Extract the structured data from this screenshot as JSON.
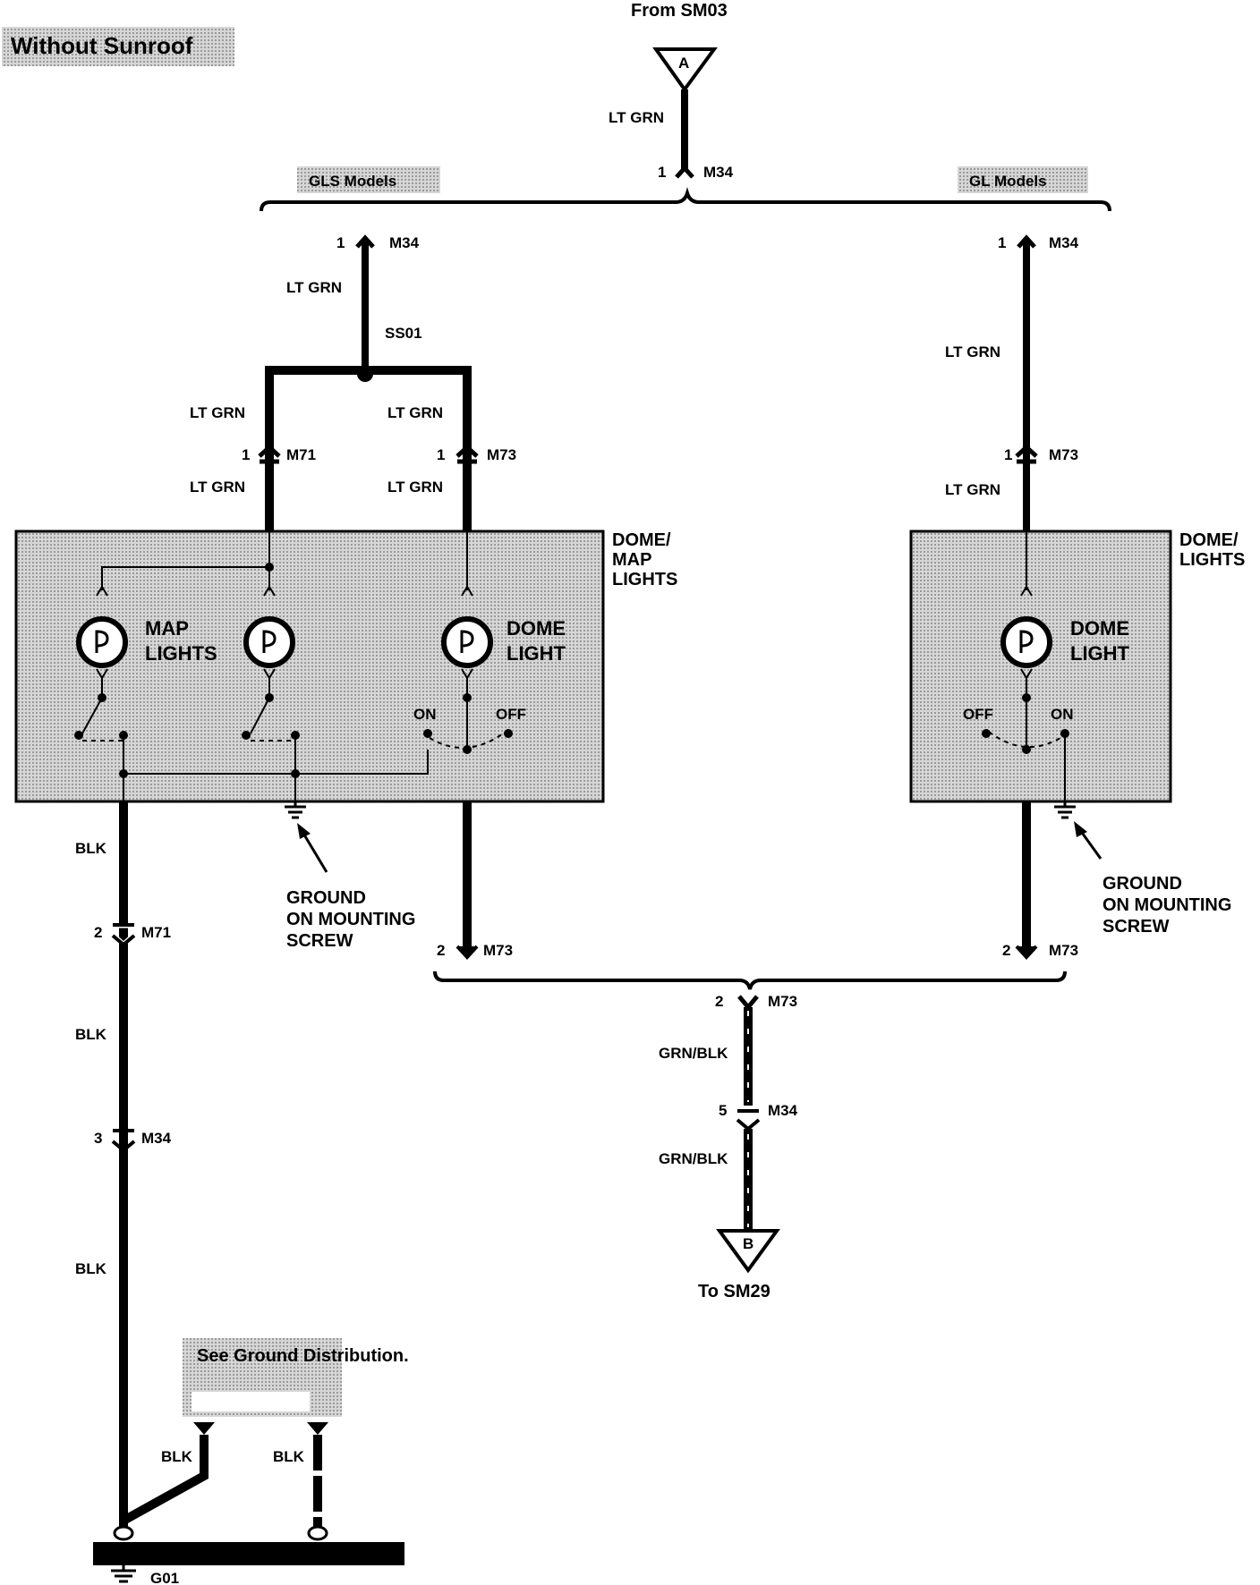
{
  "diagram": {
    "title": "Without Sunroof",
    "from_label": "From SM03",
    "to_label": "To SM29",
    "connector_a": "A",
    "connector_b": "B",
    "gls_models": "GLS Models",
    "gl_models": "GL Models",
    "splice": "SS01",
    "ground_ref": "G01",
    "ground_dist_note": "See Ground Distribution.",
    "components": {
      "dome_map_lights": [
        "DOME/",
        "MAP",
        "LIGHTS"
      ],
      "dome_lights": [
        "DOME/",
        "LIGHTS"
      ],
      "map_lights": [
        "MAP",
        "LIGHTS"
      ],
      "dome_light": [
        "DOME",
        "LIGHT"
      ]
    },
    "switch": {
      "on": "ON",
      "off": "OFF"
    },
    "ground_mounting": [
      "GROUND",
      "ON MOUNTING",
      "SCREW"
    ],
    "wires": {
      "lt_grn": "LT GRN",
      "blk": "BLK",
      "grn_blk": "GRN/BLK"
    },
    "connectors": {
      "m34": "M34",
      "m71": "M71",
      "m73": "M73"
    },
    "pins": {
      "p1": "1",
      "p2": "2",
      "p3": "3",
      "p5": "5"
    }
  },
  "colors": {
    "wire": "#000000",
    "component_fill": "#c8c8c8",
    "label_highlight": "#c8c8c8"
  }
}
